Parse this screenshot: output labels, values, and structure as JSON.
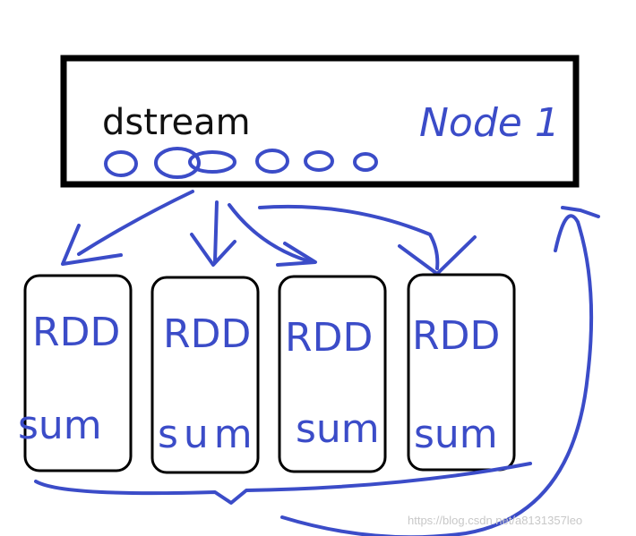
{
  "node_box": {
    "label": "dstream",
    "node_name": "Node 1"
  },
  "rdds": [
    {
      "label": "RDD",
      "op": "sum"
    },
    {
      "label": "RDD",
      "op": "sum"
    },
    {
      "label": "RDD",
      "op": "sum"
    },
    {
      "label": "RDD",
      "op": "sum"
    }
  ],
  "watermark": "https://blog.csdn.net/a8131357leo",
  "colors": {
    "ink": "#3b4cc8",
    "box": "#000000"
  }
}
